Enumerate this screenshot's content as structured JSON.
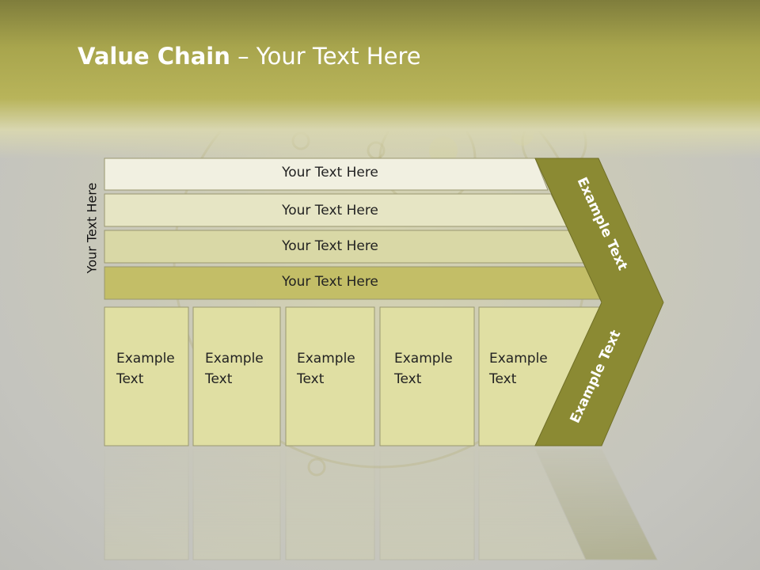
{
  "slide": {
    "title_bold": "Value Chain",
    "title_rest": " – Your Text Here",
    "side_label": "Your Text Here"
  },
  "bars": [
    {
      "label": "Your Text Here"
    },
    {
      "label": "Your Text Here"
    },
    {
      "label": "Your Text Here"
    },
    {
      "label": "Your Text Here"
    }
  ],
  "columns": [
    {
      "label": "Example\nText"
    },
    {
      "label": "Example\nText"
    },
    {
      "label": "Example\nText"
    },
    {
      "label": "Example\nText"
    },
    {
      "label": "Example\nText"
    }
  ],
  "chevron": {
    "upper_label": "Example Text",
    "lower_label": "Example Text"
  },
  "colors": {
    "bar1": "#f1f0e1",
    "bar2": "#e6e5c4",
    "bar3": "#d9d8a6",
    "bar4": "#c3be67",
    "column": "#e0dfa3",
    "chevron": "#8b8a33"
  }
}
